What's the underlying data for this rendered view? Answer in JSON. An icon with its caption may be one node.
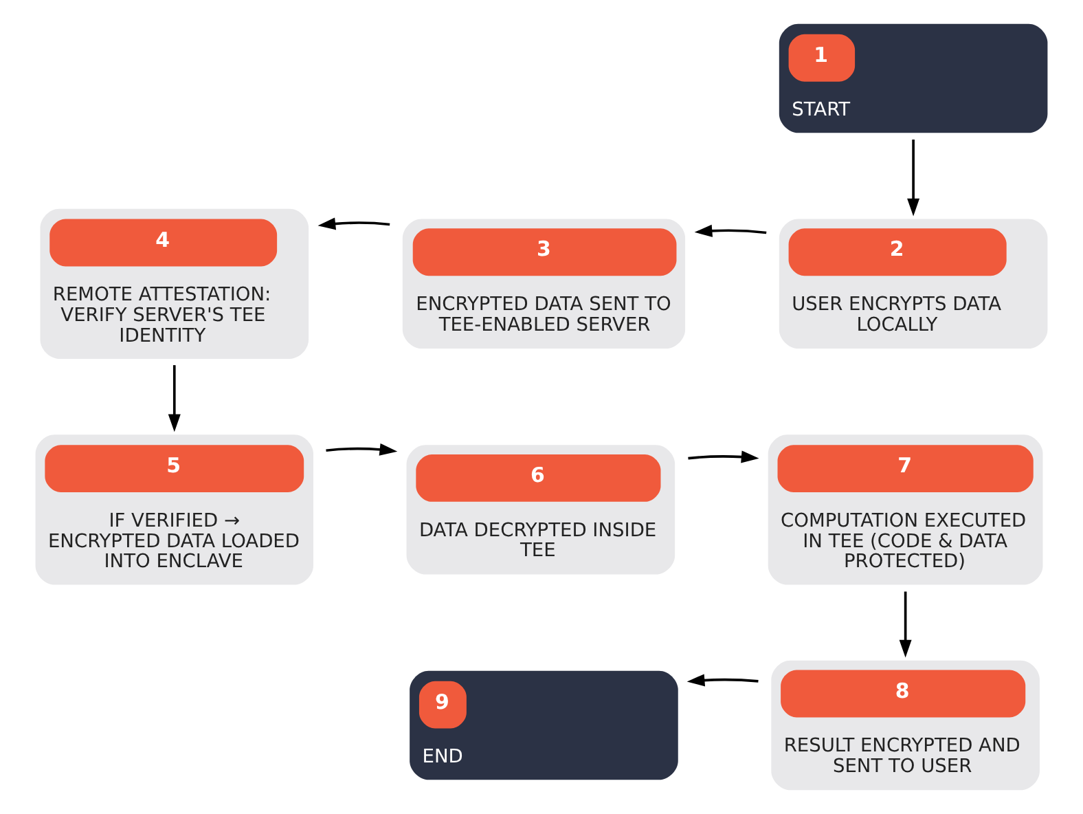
{
  "diagram": {
    "nodes": [
      {
        "text": [
          "1",
          "START"
        ]
      },
      {
        "text": [
          "2",
          "USER ENCRYPTS DATA LOCALLY"
        ]
      },
      {
        "text": [
          "3",
          "ENCRYPTED DATA SENT TO TEE-ENABLED SERVER"
        ]
      },
      {
        "text": [
          "4",
          "REMOTE ATTESTATION: VERIFY SERVER'S TEE IDENTITY"
        ]
      },
      {
        "text": [
          "5",
          "IF VERIFIED → ENCRYPTED DATA LOADED INTO ENCLAVE"
        ]
      },
      {
        "text": [
          "6",
          "DATA DECRYPTED INSIDE TEE"
        ]
      },
      {
        "text": [
          "7",
          "COMPUTATION EXECUTED IN TEE (CODE & DATA PROTECTED)"
        ]
      },
      {
        "text": [
          "8",
          "RESULT ENCRYPTED AND SENT TO USER"
        ]
      },
      {
        "text": [
          "9",
          "END"
        ]
      }
    ],
    "edges": [
      {
        "from": 0,
        "to": 1,
        "arrow": "to"
      },
      {
        "from": 1,
        "to": 2,
        "arrow": "to"
      },
      {
        "from": 2,
        "to": 3,
        "arrow": "to"
      },
      {
        "from": 3,
        "to": 4,
        "arrow": "to"
      },
      {
        "from": 4,
        "to": 5,
        "arrow": "to"
      },
      {
        "from": 5,
        "to": 6,
        "arrow": "to"
      },
      {
        "from": 6,
        "to": 7,
        "arrow": "to"
      },
      {
        "from": 7,
        "to": 8,
        "arrow": "to"
      }
    ]
  }
}
